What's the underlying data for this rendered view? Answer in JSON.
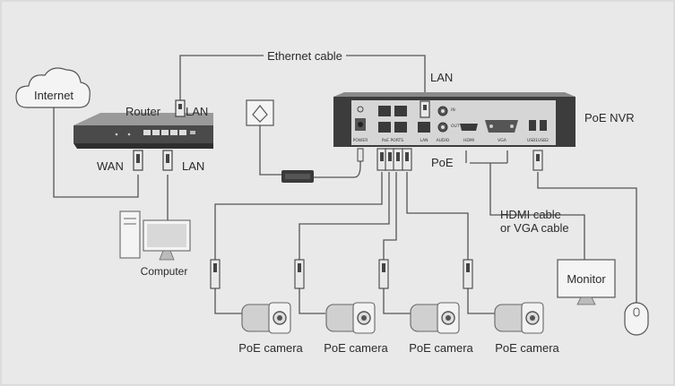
{
  "labels": {
    "ethernet_cable": "Ethernet cable",
    "lan_top": "LAN",
    "internet": "Internet",
    "router": "Router",
    "router_lan": "LAN",
    "wan": "WAN",
    "lan_bottom": "LAN",
    "poe_nvr": "PoE NVR",
    "poe": "PoE",
    "hdmi_cable": "HDMI cable",
    "vga_cable": "or VGA cable",
    "computer": "Computer",
    "monitor": "Monitor",
    "cameras": [
      "PoE camera",
      "PoE camera",
      "PoE camera",
      "PoE camera"
    ]
  },
  "nvr_panel": {
    "power": "POWER",
    "poe_ports": "PoE  PORTS",
    "lan": "LAN",
    "audio": "AUDIO",
    "in": "IN",
    "out": "OUT",
    "hdmi": "HDMI",
    "vga": "VGA",
    "usb1": "USB1",
    "usb2": "USB2"
  },
  "colors": {
    "background": "#e9e9e9",
    "line": "#555555",
    "device": "#3c3c3c",
    "panel": "#d6d6d6"
  }
}
